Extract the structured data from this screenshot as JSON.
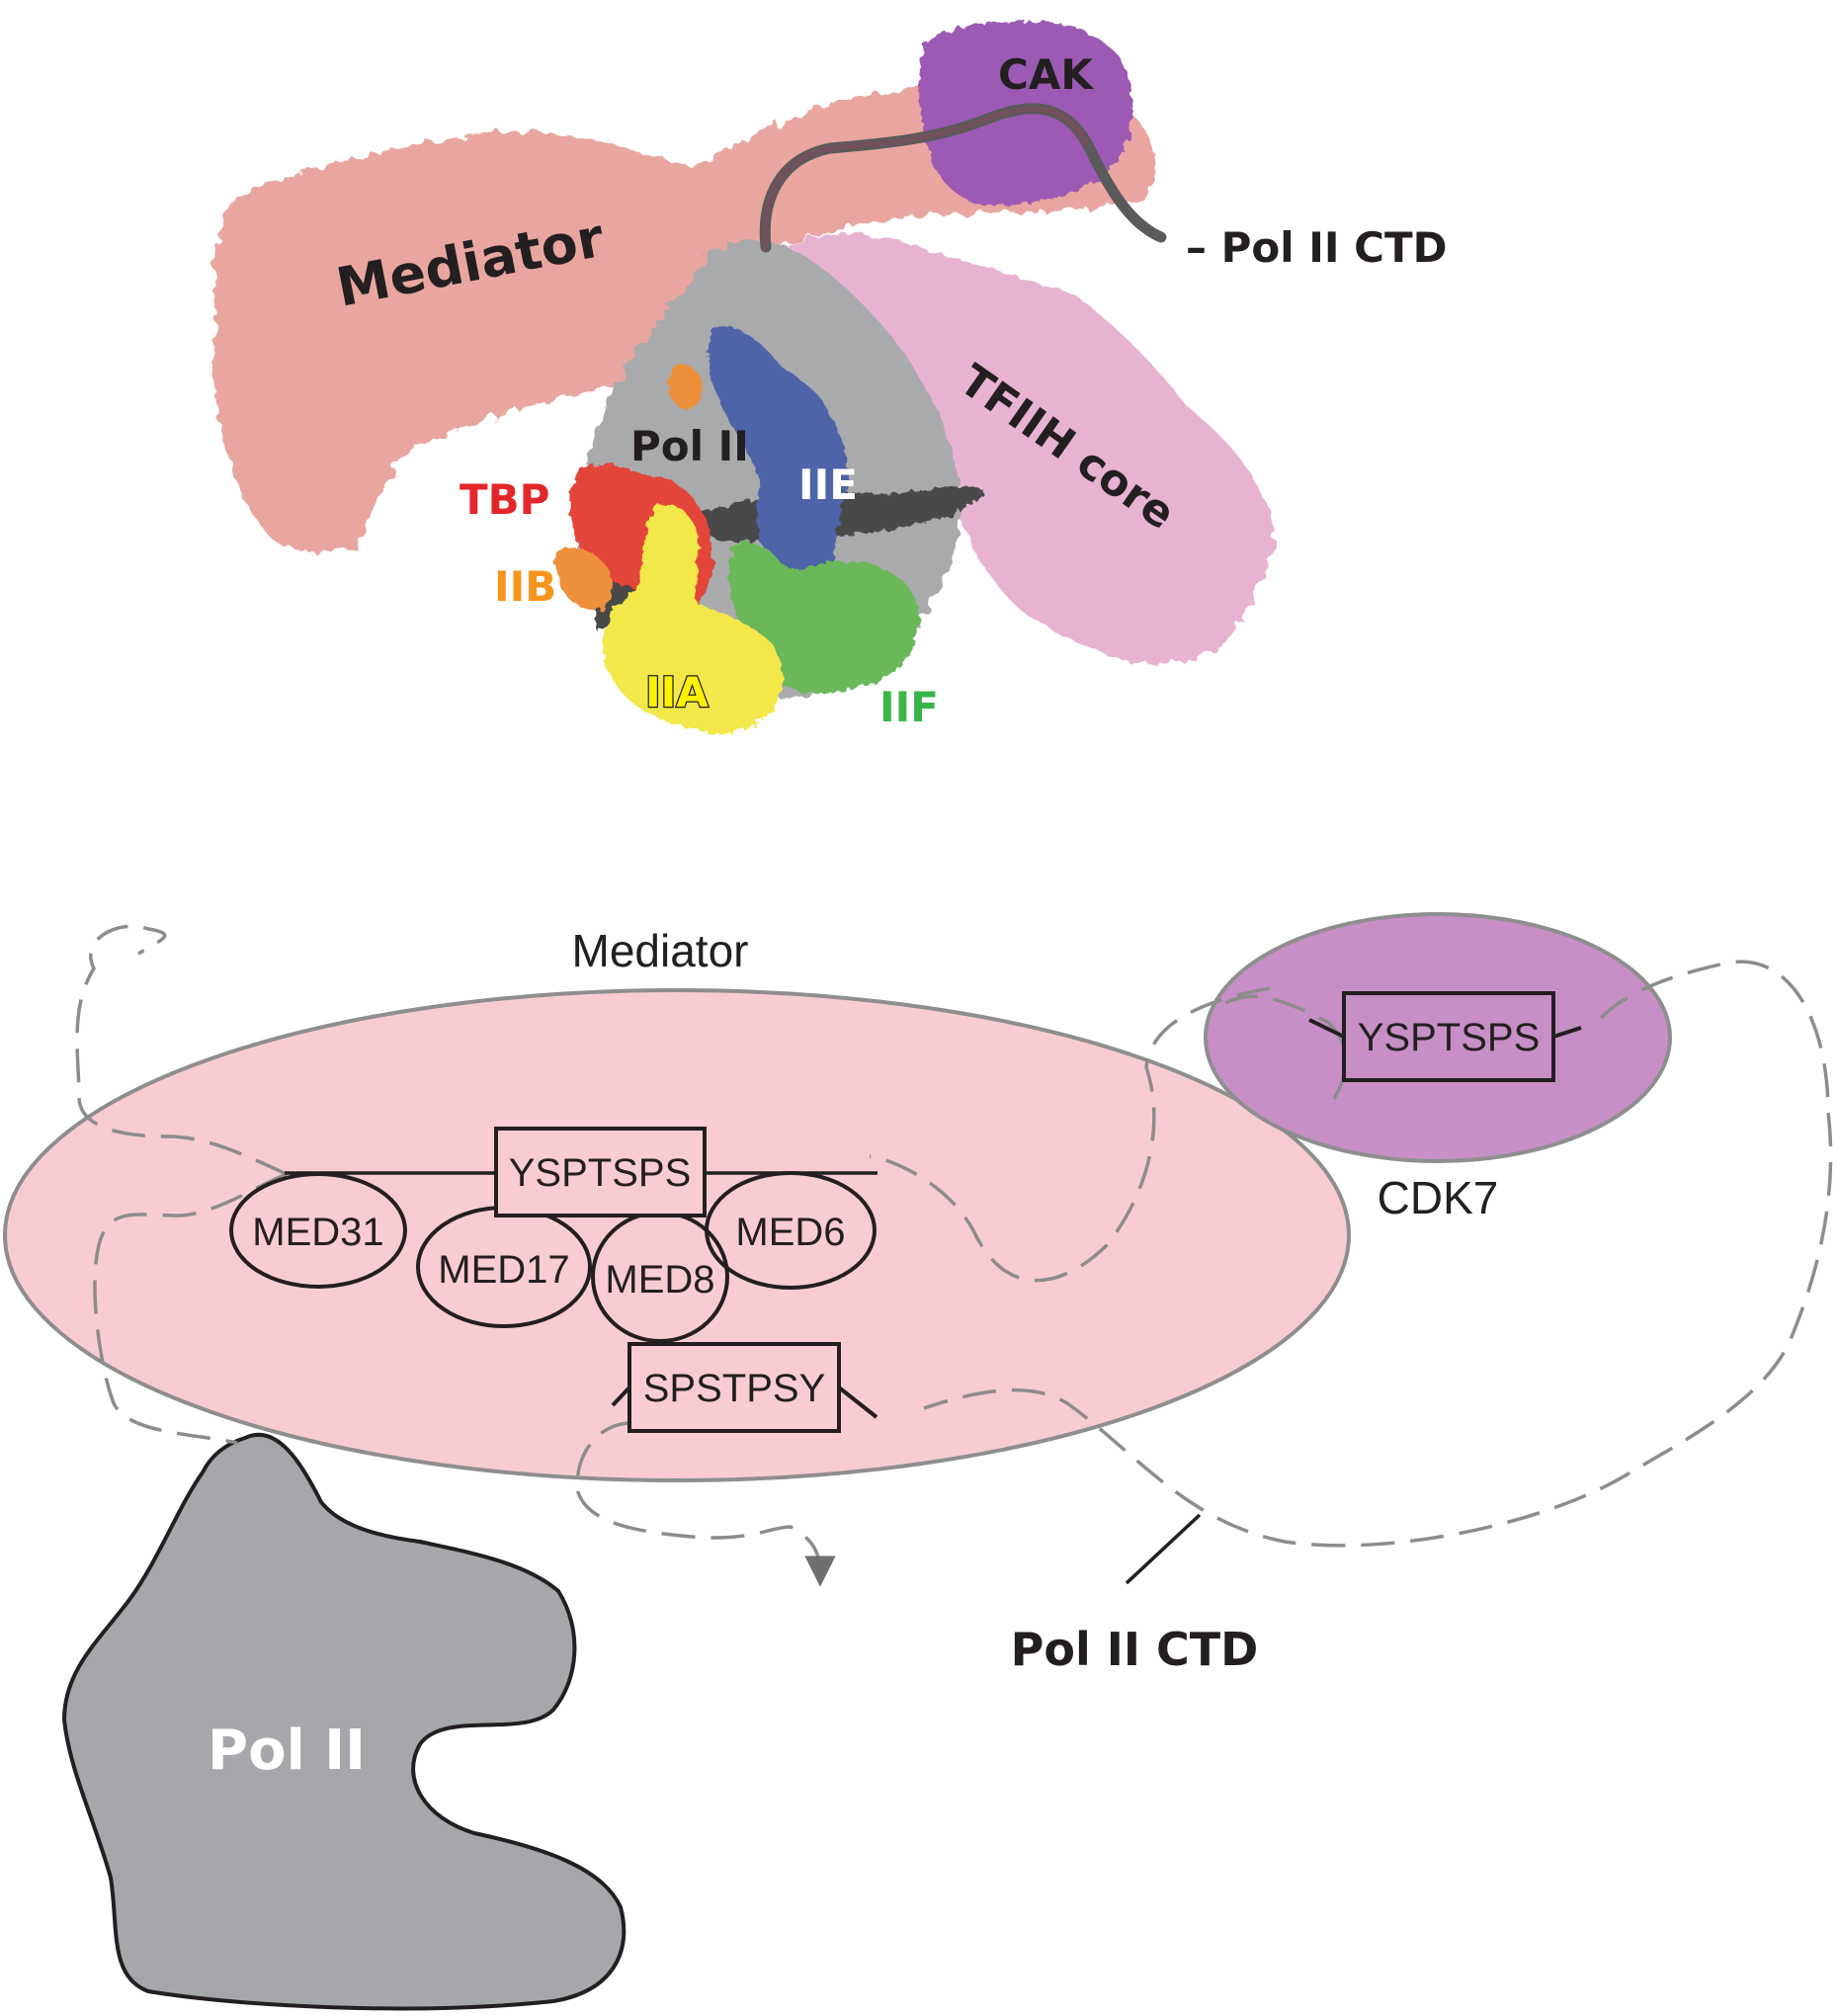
{
  "top_panel": {
    "labels": {
      "cak": "CAK",
      "mediator": "Mediator",
      "pol_ii_ctd": "– Pol II CTD",
      "tfiih_core": "TFIIH core",
      "pol_ii": "Pol II",
      "iie": "IIE",
      "tbp": "TBP",
      "iib": "IIB",
      "iia": "IIA",
      "iif": "IIF"
    },
    "colors": {
      "mediator": "#e9a6a0",
      "cak": "#9c5ab4",
      "tfiih_core": "#e8b3d2",
      "pol_ii": "#a9aaab",
      "iie": "#4f64a8",
      "tbp": "#e3453a",
      "iib": "#ee8f3a",
      "iia": "#f2e84a",
      "iif": "#6ab85a",
      "dna": "#4a4a4a"
    }
  },
  "bottom_panel": {
    "labels": {
      "mediator": "Mediator",
      "cdk7": "CDK7",
      "cdk7_motif": "YSPTSPS",
      "mediator_motif_top": "YSPTSPS",
      "mediator_motif_bottom": "SPSTPSY",
      "med31": "MED31",
      "med17": "MED17",
      "med8": "MED8",
      "med6": "MED6",
      "pol_ii": "Pol II",
      "pol_ii_ctd": "Pol II CTD"
    },
    "colors": {
      "mediator_fill": "#f9ccd4",
      "cdk7_fill": "#c78fc6",
      "pol_ii_fill": "#a6a7aa",
      "outline": "#231f20",
      "ctd_dash": "#8c8c8c"
    }
  }
}
